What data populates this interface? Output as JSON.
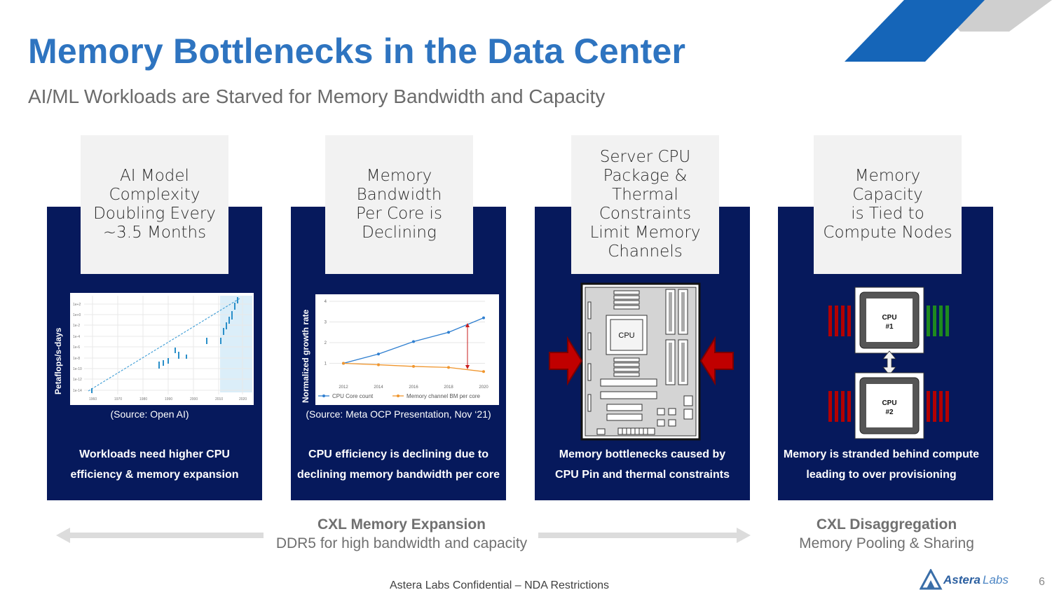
{
  "title": "Memory Bottlenecks in the Data Center",
  "subtitle": "AI/ML Workloads are Starved for Memory Bandwidth and Capacity",
  "colors": {
    "title": "#2e74c0",
    "panel": "#06195c",
    "box": "#f2f2f2",
    "arrow_red": "#c00000",
    "dimm_green": "#1e8a1e"
  },
  "columns": [
    {
      "heading": "AI Model\nComplexity\nDoubling Every\n~3.5 Months",
      "source": "(Source: Open AI)",
      "caption": "Workloads need higher CPU\nefficiency & memory expansion"
    },
    {
      "heading": "Memory\nBandwidth\nPer Core is\nDeclining",
      "source": "(Source: Meta OCP Presentation, Nov ‘21)",
      "caption": "CPU efficiency is declining due to\ndeclining memory bandwidth per core"
    },
    {
      "heading": "Server CPU\nPackage &\nThermal\nConstraints\nLimit Memory\nChannels",
      "source": "",
      "caption": "Memory bottlenecks caused by\nCPU Pin and thermal constraints"
    },
    {
      "heading": "Memory\nCapacity\nis Tied to\nCompute Nodes",
      "source": "",
      "caption": "Memory is stranded behind compute\nleading to over provisioning"
    }
  ],
  "chart_openai": {
    "ylabel": "Petaflops/s-days",
    "y_ticks": [
      "1e+2",
      "1e+0",
      "1e-2",
      "1e-4",
      "1e-6",
      "1e-8",
      "1e-10",
      "1e-12",
      "1e-14"
    ],
    "x_ticks": [
      "1960",
      "1970",
      "1980",
      "1990",
      "2000",
      "2010",
      "2020"
    ]
  },
  "chart_data": {
    "type": "line",
    "ylabel": "Normalized growth rate",
    "x": [
      2012,
      2014,
      2016,
      2018,
      2020
    ],
    "ylim": [
      0,
      4
    ],
    "y_ticks": [
      "1",
      "2",
      "3",
      "4"
    ],
    "series": [
      {
        "name": "CPU Core count",
        "values": [
          1.0,
          1.45,
          2.05,
          2.5,
          3.2
        ],
        "color": "#2f7fd0"
      },
      {
        "name": "Memory channel BM per core",
        "values": [
          1.0,
          0.93,
          0.85,
          0.8,
          0.6
        ],
        "color": "#f0962e"
      }
    ],
    "legend": "bottom"
  },
  "motherboard": {
    "cpu_label": "CPU"
  },
  "disagg": {
    "cpu1_label": "CPU\n#1",
    "cpu2_label": "CPU\n#2"
  },
  "footer": {
    "left_heading": "CXL Memory Expansion",
    "left_sub": "DDR5 for high bandwidth and capacity",
    "right_heading": "CXL Disaggregation",
    "right_sub": "Memory Pooling & Sharing",
    "confidential": "Astera Labs Confidential – NDA Restrictions",
    "logo_text_1": "Astera",
    "logo_text_2": "Labs",
    "page_number": "6"
  }
}
